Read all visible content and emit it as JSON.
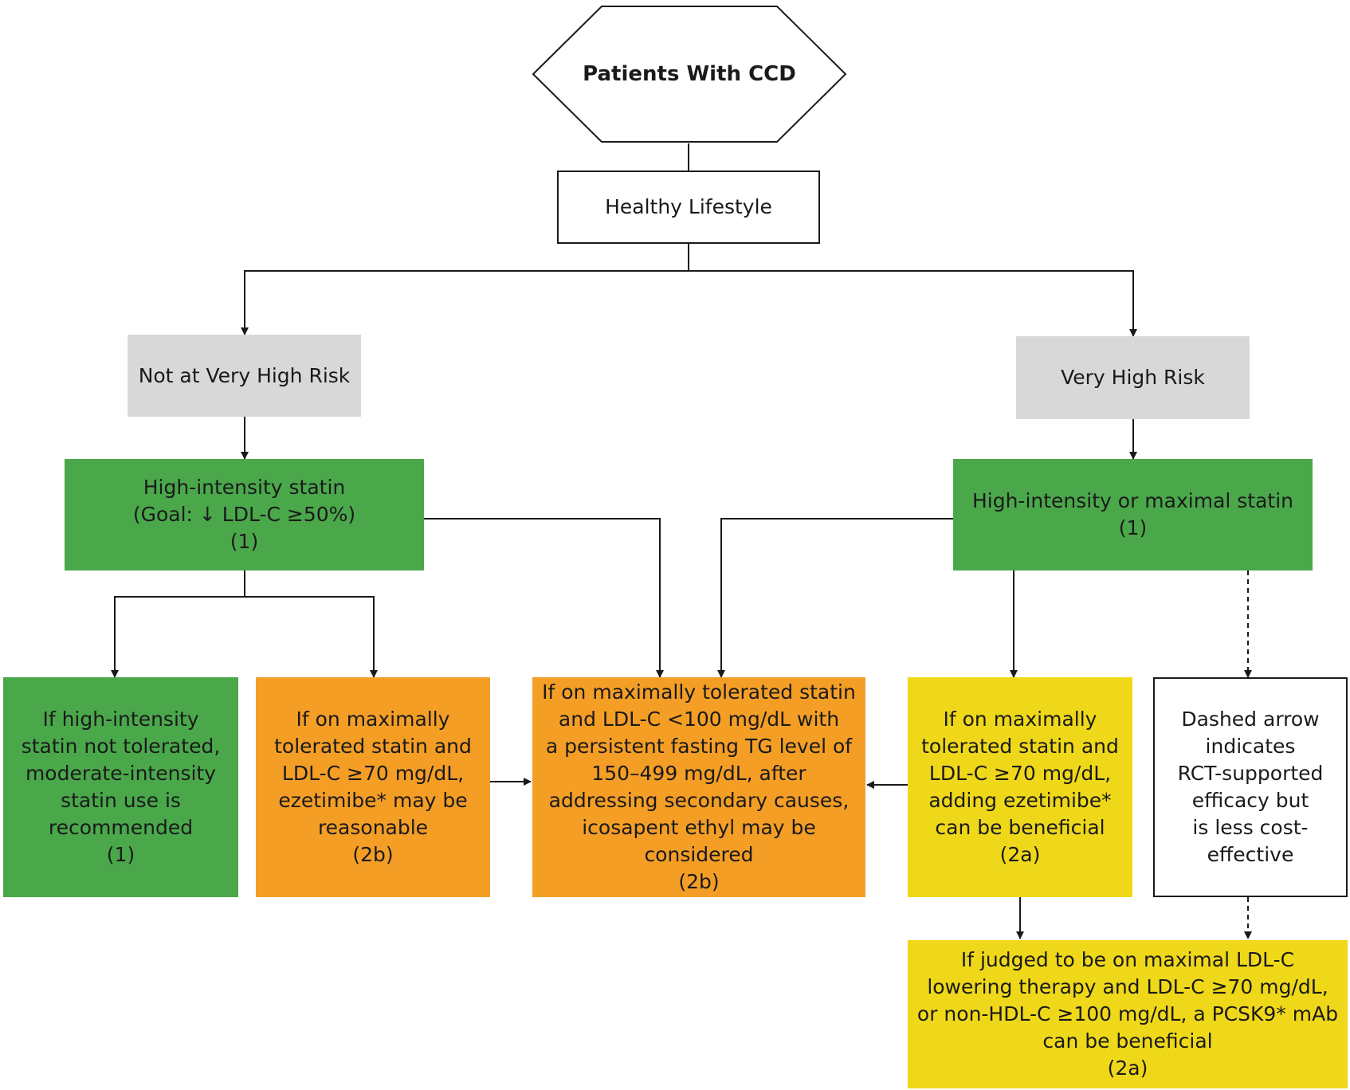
{
  "diagram": {
    "start": {
      "label": "Patients With CCD"
    },
    "lifestyle": {
      "label": "Healthy Lifestyle"
    },
    "not_very_high_risk": {
      "label": "Not at Very High Risk"
    },
    "very_high_risk": {
      "label": "Very High Risk"
    },
    "high_intensity_statin": {
      "label": "High-intensity statin\n(Goal: ↓ LDL-C ≥50%)\n(1)"
    },
    "max_statin": {
      "label": "High-intensity or maximal statin\n(1)"
    },
    "moderate_statin": {
      "label": "If high-intensity\nstatin not tolerated,\nmoderate-intensity\nstatin use is\nrecommended\n(1)"
    },
    "ezetimibe_2b": {
      "label": "If on maximally\ntolerated statin and\nLDL-C ≥70 mg/dL,\nezetimibe* may be\nreasonable\n(2b)"
    },
    "icosapent": {
      "label": "If on maximally tolerated statin\nand LDL-C <100 mg/dL with\na persistent fasting TG level of\n150–499 mg/dL, after\naddressing secondary causes,\nicosapent ethyl may be\nconsidered\n(2b)"
    },
    "ezetimibe_2a": {
      "label": "If on maximally\ntolerated statin and\nLDL-C ≥70 mg/dL,\nadding ezetimibe*\ncan be beneficial\n(2a)"
    },
    "legend": {
      "label": "Dashed arrow\nindicates\nRCT-supported\nefficacy but\nis less cost-\neffective"
    },
    "pcsk9": {
      "label": "If judged to be on maximal LDL-C\nlowering therapy and LDL-C ≥70 mg/dL,\nor non-HDL-C ≥100 mg/dL, a PCSK9* mAb\ncan be beneficial\n(2a)"
    }
  },
  "colors": {
    "gray": "#d8d8d8",
    "green": "#4aa84b",
    "orange": "#f49e26",
    "yellow": "#efd819",
    "line": "#1a1a1a"
  }
}
